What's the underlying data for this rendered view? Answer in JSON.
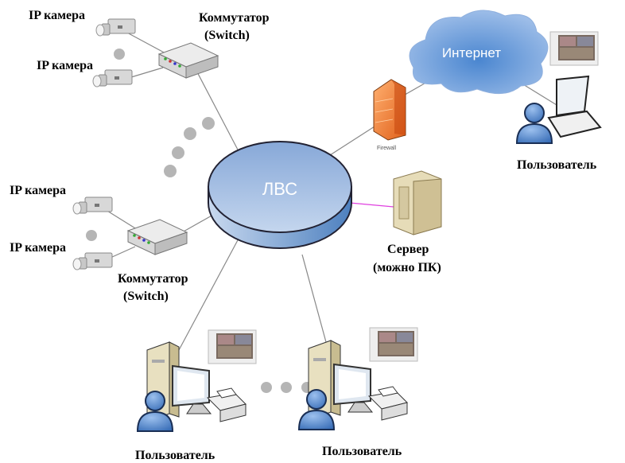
{
  "lan": {
    "label": "ЛВС"
  },
  "internet": {
    "label": "Интернет"
  },
  "firewall": {
    "label": "Firewall"
  },
  "cameras": [
    {
      "label": "IP камера"
    },
    {
      "label": "IP камера"
    },
    {
      "label": "IP камера"
    },
    {
      "label": "IP камера"
    }
  ],
  "switches": [
    {
      "label": "Коммутатор",
      "sublabel": "(Switch)"
    },
    {
      "label": "Коммутатор",
      "sublabel": "(Switch)"
    }
  ],
  "server": {
    "label": "Сервер",
    "sublabel": "(можно ПК)"
  },
  "users": [
    {
      "label": "Пользователь"
    },
    {
      "label": "Пользователь"
    },
    {
      "label": "Пользователь"
    }
  ],
  "colors": {
    "lan": "#8fb0dc",
    "cloud": "#7aa5dd",
    "firewall": "#f07a2a",
    "server_link": "#e040e0",
    "person": "#4f86cc"
  }
}
